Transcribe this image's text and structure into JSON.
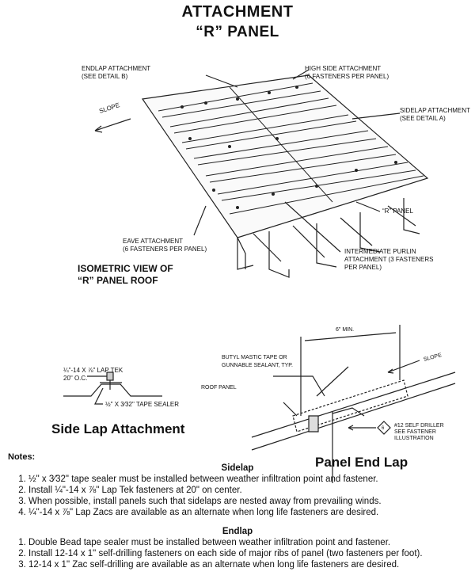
{
  "title": {
    "line1": "ATTACHMENT",
    "line2": "“R” PANEL"
  },
  "iso": {
    "caption": [
      "ISOMETRIC VIEW OF",
      "“R” PANEL ROOF"
    ],
    "labels": {
      "endlap": [
        "ENDLAP ATTACHMENT",
        "(SEE DETAIL B)"
      ],
      "high_side": [
        "HIGH SIDE ATTACHMENT",
        "(6 FASTENERS PER PANEL)"
      ],
      "sidelap": [
        "SIDELAP ATTACHMENT",
        "(SEE DETAIL A)"
      ],
      "slope": "SLOPE",
      "r_panel": "“R” PANEL",
      "eave": [
        "EAVE ATTACHMENT",
        "(6 FASTENERS PER PANEL)"
      ],
      "purlin": [
        "INTERMEDIATE PURLIN",
        "ATTACHMENT (3 FASTENERS",
        "PER PANEL)"
      ]
    }
  },
  "side_lap": {
    "title": "Side Lap Attachment",
    "fastener": [
      "¼\"-14 x ⅞\" LAP TEK",
      "20\" O.C."
    ],
    "sealer": "½\" x 3⁄32\" TAPE SEALER"
  },
  "end_lap": {
    "title": "Panel End Lap",
    "min": "6\" MIN.",
    "butyl": [
      "BUTYL MASTIC TAPE OR",
      "GUNNABLE SEALANT, TYP."
    ],
    "roof_panel": "ROOF PANEL",
    "slope": "SLOPE",
    "tag": "6",
    "driller": [
      "#12 SELF DRILLER",
      "SEE FASTENER",
      "ILLUSTRATION"
    ]
  },
  "notes": {
    "heading": "Notes:",
    "sidelap_heading": "Sidelap",
    "sidelap": [
      "½\" x 3⁄32\" tape sealer must be installed between weather infiltration point and fastener.",
      "Install ¼\"-14 x ⅞\" Lap Tek fasteners at 20\" on center.",
      "When possible, install panels such that sidelaps are nested away from prevailing winds.",
      "¼\"-14 x ⅞\" Lap Zacs are available as an alternate when long life fasteners are desired."
    ],
    "endlap_heading": "Endlap",
    "endlap": [
      "Double Bead tape sealer must be installed between weather infiltration point and fastener.",
      "Install 12-14 x 1\" self-drilling fasteners on each side of major ribs of panel (two fasteners per foot).",
      "12-14 x 1\" Zac self-drilling are available as an alternate when long life fasteners are desired."
    ]
  }
}
